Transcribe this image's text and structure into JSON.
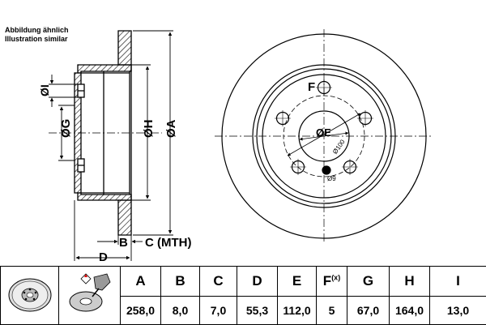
{
  "notes": {
    "line1": "Abbildung ähnlich",
    "line2": "Illustration similar"
  },
  "labels": {
    "I": "ØI",
    "G": "ØG",
    "H": "ØH",
    "A": "ØA",
    "F": "F",
    "E": "ØE",
    "pcd": "Ø100",
    "hole": "Ø9",
    "B": "B",
    "C": "C (MTH)",
    "D": "D"
  },
  "table": {
    "headers": [
      "A",
      "B",
      "C",
      "D",
      "E",
      "F",
      "G",
      "H",
      "I"
    ],
    "f_suffix": "(x)",
    "values": [
      "258,0",
      "8,0",
      "7,0",
      "55,3",
      "112,0",
      "5",
      "67,0",
      "164,0",
      "13,0"
    ]
  },
  "icons": [
    "brake-disc-icon",
    "tighten-hand-icon"
  ],
  "colors": {
    "line": "#000000",
    "hatch": "#000000",
    "background": "#ffffff"
  }
}
